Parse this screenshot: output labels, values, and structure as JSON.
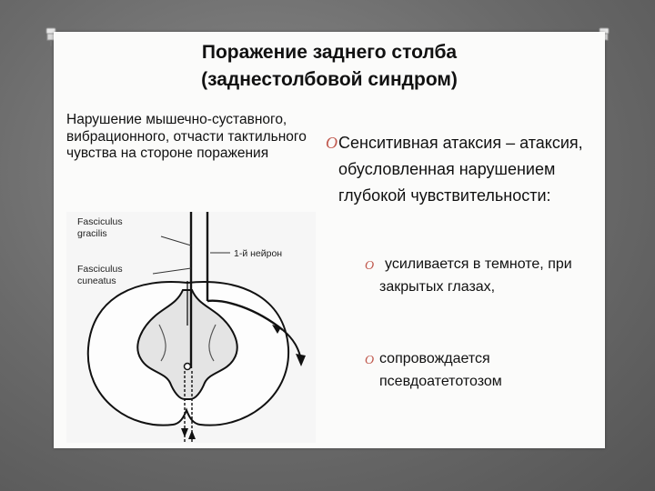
{
  "slide": {
    "title_line1": "Поражение заднего столба",
    "title_line2": "(заднестолбовой синдром)",
    "left_text": "Нарушение мышечно-суставного, вибрационного, отчасти тактильного чувства на стороне поражения",
    "diagram": {
      "label_gracilis_1": "Fasciculus",
      "label_gracilis_2": "gracilis",
      "label_cuneatus_1": "Fasciculus",
      "label_cuneatus_2": "cuneatus",
      "label_neuron": "1-й нейрон"
    },
    "bullet_marker": "O",
    "main_bullet": "Сенситивная атаксия – атаксия, обусловленная нарушением глубокой чувствительности:",
    "sub_bullets": [
      "усиливается в темноте, при закрытых глазах,",
      "сопровождается псевдоатетотозом"
    ]
  },
  "colors": {
    "background": "#6e6e6e",
    "slide": "#fbfbfa",
    "bullet_marker": "#c0584d"
  }
}
